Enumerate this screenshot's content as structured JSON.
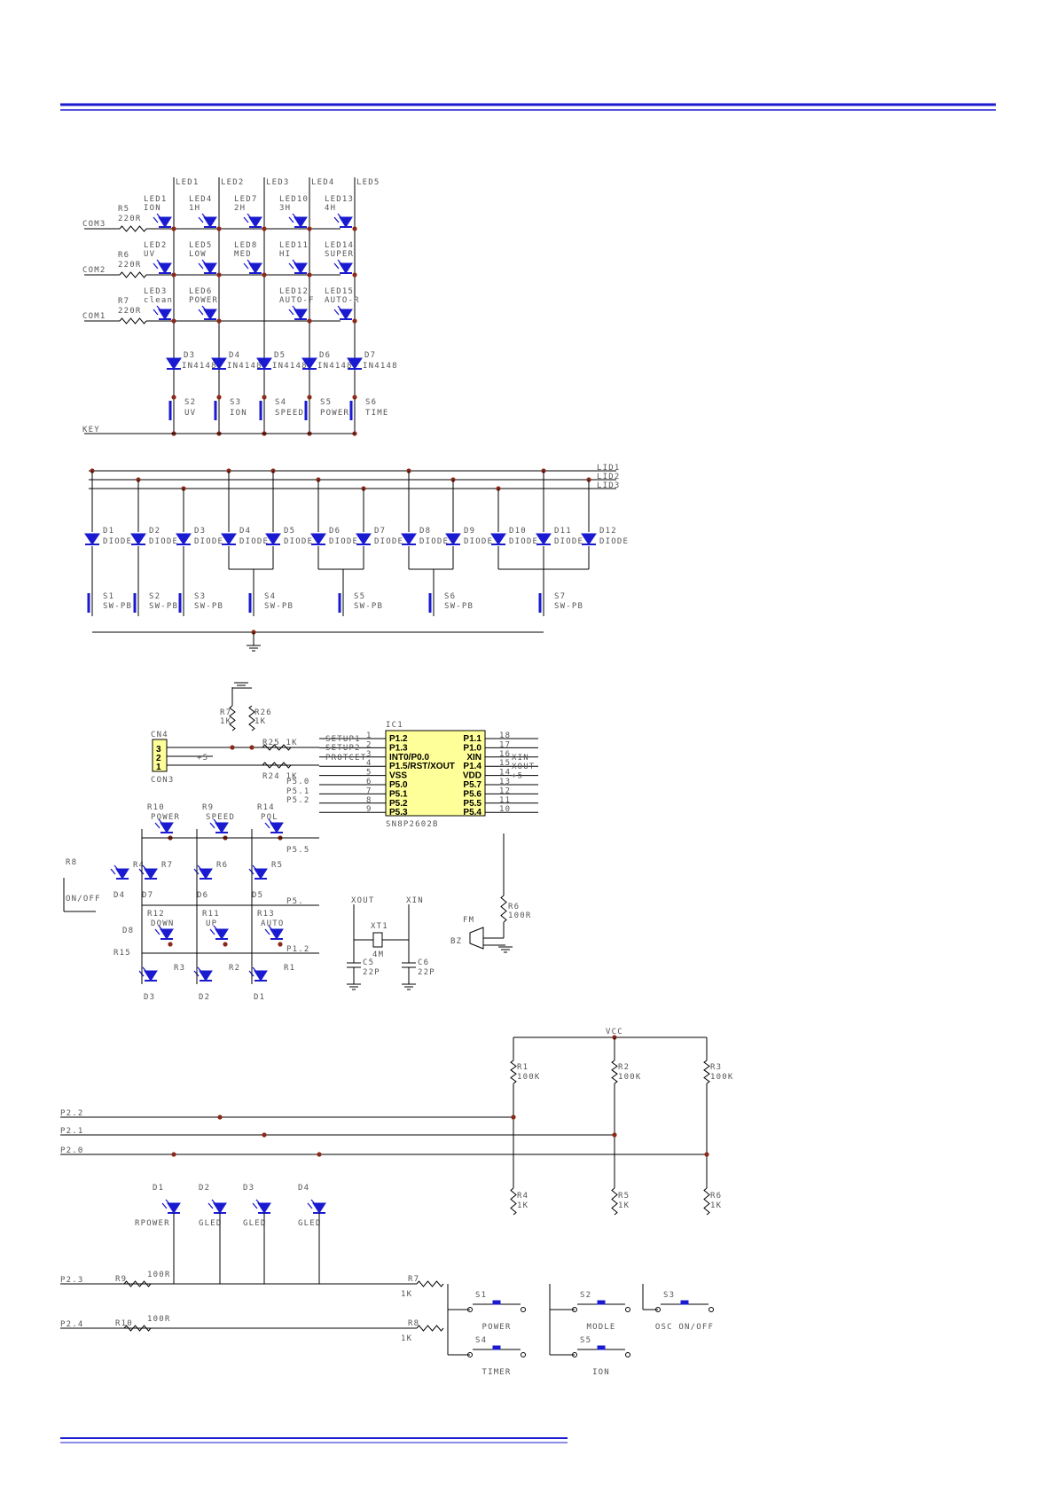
{
  "header_rule_color": "#1a1ad0",
  "footer_rule_color": "#1a1ad0",
  "circuit1": {
    "columns": [
      "LED1",
      "LED2",
      "LED3",
      "LED4",
      "LED5"
    ],
    "rows": [
      {
        "com": "COM3",
        "res": "R5",
        "val": "220R",
        "leds": [
          [
            "LED1",
            "ION"
          ],
          [
            "LED4",
            "1H"
          ],
          [
            "LED7",
            "2H"
          ],
          [
            "LED10",
            "3H"
          ],
          [
            "LED13",
            "4H"
          ]
        ]
      },
      {
        "com": "COM2",
        "res": "R6",
        "val": "220R",
        "leds": [
          [
            "LED2",
            "UV"
          ],
          [
            "LED5",
            "LOW"
          ],
          [
            "LED8",
            "MED"
          ],
          [
            "LED11",
            "HI"
          ],
          [
            "LED14",
            "SUPER"
          ]
        ]
      },
      {
        "com": "COM1",
        "res": "R7",
        "val": "220R",
        "leds": [
          [
            "LED3",
            "clean"
          ],
          [
            "LED6",
            "POWER"
          ],
          [
            "",
            ""
          ],
          [
            "LED12",
            "AUTO-F"
          ],
          [
            "LED15",
            "AUTO-R"
          ]
        ]
      }
    ],
    "diodes": [
      [
        "D3",
        "IN4148"
      ],
      [
        "D4",
        "IN4148"
      ],
      [
        "D5",
        "IN4148"
      ],
      [
        "D6",
        "IN4148"
      ],
      [
        "D7",
        "IN4148"
      ]
    ],
    "switches": [
      [
        "S2",
        "UV"
      ],
      [
        "S3",
        "ION"
      ],
      [
        "S4",
        "SPEED"
      ],
      [
        "S5",
        "POWER"
      ],
      [
        "S6",
        "TIME"
      ]
    ],
    "key_label": "KEY"
  },
  "circuit2": {
    "buses": [
      "LID1",
      "LID2",
      "LID3"
    ],
    "diodes": [
      "D1",
      "D2",
      "D3",
      "D4",
      "D5",
      "D6",
      "D7",
      "D8",
      "D9",
      "D10",
      "D11",
      "D12"
    ],
    "diode_type": "DIODE",
    "switches": [
      "S1",
      "S2",
      "S3",
      "S4",
      "S5",
      "S6",
      "S7"
    ],
    "switch_type": "SW-PB"
  },
  "circuit3": {
    "ic_ref": "IC1",
    "ic_part": "SN8P2602B",
    "left_pins": [
      [
        "1",
        "P1.2"
      ],
      [
        "2",
        "P1.3"
      ],
      [
        "3",
        "INT0/P0.0"
      ],
      [
        "4",
        "P1.5/RST/XOUT"
      ],
      [
        "5",
        "VSS"
      ],
      [
        "6",
        "P5.0"
      ],
      [
        "7",
        "P5.1"
      ],
      [
        "8",
        "P5.2"
      ],
      [
        "9",
        "P5.3"
      ]
    ],
    "right_pins": [
      [
        "18",
        "P1.1"
      ],
      [
        "17",
        "P1.0"
      ],
      [
        "16",
        "XIN"
      ],
      [
        "15",
        "P1.4"
      ],
      [
        "14",
        "VDD"
      ],
      [
        "13",
        "P5.7"
      ],
      [
        "12",
        "P5.6"
      ],
      [
        "11",
        "P5.5"
      ],
      [
        "10",
        "P5.4"
      ]
    ],
    "right_pin_labels": [
      "",
      "",
      "XIN",
      "XOUT",
      "+5",
      "",
      "",
      "",
      ""
    ],
    "net_labels": [
      "SETUP1",
      "SETUP2",
      "PROTCET",
      "P5.0",
      "P5.1",
      "P5.2",
      "P5.5",
      "P5.",
      "P1.2"
    ],
    "connector": {
      "ref": "CN4",
      "pins": [
        "3",
        "2",
        "1"
      ],
      "name": "CON3"
    },
    "resistors": [
      [
        "R7",
        "1K"
      ],
      [
        "R26",
        "1K"
      ],
      [
        "R25",
        "1K"
      ],
      [
        "R24",
        "1K"
      ]
    ],
    "leds_top": [
      [
        "R10",
        "POWER"
      ],
      [
        "R9",
        "SPEED"
      ],
      [
        "R14",
        "POL"
      ]
    ],
    "leds_mid": [
      [
        "R4",
        "D4"
      ],
      [
        "R7",
        "D7"
      ],
      [
        "R6",
        "D6"
      ],
      [
        "R5",
        "D5"
      ]
    ],
    "leds_bot": [
      [
        "R12",
        "DOWN"
      ],
      [
        "R11",
        "UP"
      ],
      [
        "R13",
        "AUTO"
      ]
    ],
    "leds_low": [
      [
        "R3",
        "D3"
      ],
      [
        "R2",
        "D2"
      ],
      [
        "R1",
        "D1"
      ]
    ],
    "extra": {
      "r8": "R8",
      "onoff": "ON/OFF",
      "d8": "D8",
      "r15": "R15"
    },
    "crystal": {
      "ref": "XT1",
      "val": "4M",
      "c5": "C5",
      "c6": "C6",
      "cval": "22P",
      "xout": "XOUT",
      "xin": "XIN"
    },
    "buzzer": {
      "ref": "FM",
      "type": "BZ",
      "res": "R6",
      "val": "100R"
    },
    "plus5": "+5"
  },
  "circuit4": {
    "vcc": "VCC",
    "ports": [
      "P2.2",
      "P2.1",
      "P2.0",
      "P2.3",
      "P2.4"
    ],
    "pullups": [
      [
        "R1",
        "100K"
      ],
      [
        "R2",
        "100K"
      ],
      [
        "R3",
        "100K"
      ]
    ],
    "series": [
      [
        "R4",
        "1K"
      ],
      [
        "R5",
        "1K"
      ],
      [
        "R6",
        "1K"
      ]
    ],
    "leds": [
      [
        "D1",
        "RPOWER"
      ],
      [
        "D2",
        "GLED"
      ],
      [
        "D3",
        "GLED"
      ],
      [
        "D4",
        "GLED"
      ]
    ],
    "res_in": [
      [
        "R9",
        "100R"
      ],
      [
        "R10",
        "100R"
      ],
      [
        "R7",
        "1K"
      ],
      [
        "R8",
        "1K"
      ]
    ],
    "switches": [
      [
        "S1",
        "POWER"
      ],
      [
        "S2",
        "MODLE"
      ],
      [
        "S3",
        "OSC ON/OFF"
      ],
      [
        "S4",
        "TIMER"
      ],
      [
        "S5",
        "ION"
      ]
    ]
  }
}
